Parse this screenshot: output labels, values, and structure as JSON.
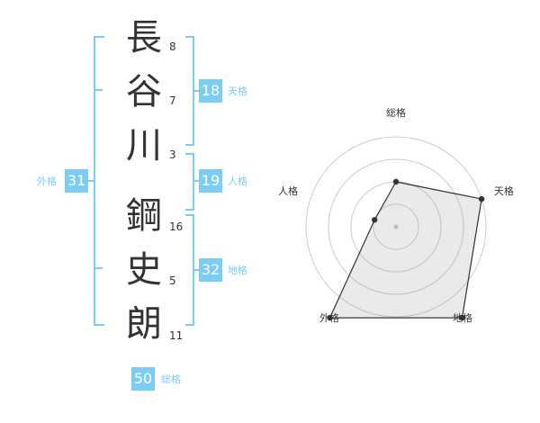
{
  "name": {
    "chars": [
      {
        "char": "長",
        "strokes": "8"
      },
      {
        "char": "谷",
        "strokes": "7"
      },
      {
        "char": "川",
        "strokes": "3"
      },
      {
        "char": "鋼",
        "strokes": "16"
      },
      {
        "char": "史",
        "strokes": "5"
      },
      {
        "char": "朗",
        "strokes": "11"
      }
    ]
  },
  "kaku": {
    "tenkaku": {
      "label": "天格",
      "value": "18"
    },
    "jinkaku": {
      "label": "人格",
      "value": "19"
    },
    "chikaku": {
      "label": "地格",
      "value": "32"
    },
    "gaikaku": {
      "label": "外格",
      "value": "31"
    },
    "soukaku": {
      "label": "総格",
      "value": "50"
    }
  },
  "colors": {
    "accent": "#7ccdf3",
    "text": "#333333",
    "grid": "#cccccc"
  },
  "chart_data": {
    "type": "radar",
    "axes": [
      "総格",
      "天格",
      "地格",
      "外格",
      "人格"
    ],
    "scale_max": 4,
    "rings": 4,
    "values": [
      2,
      4,
      5,
      5,
      1
    ]
  }
}
